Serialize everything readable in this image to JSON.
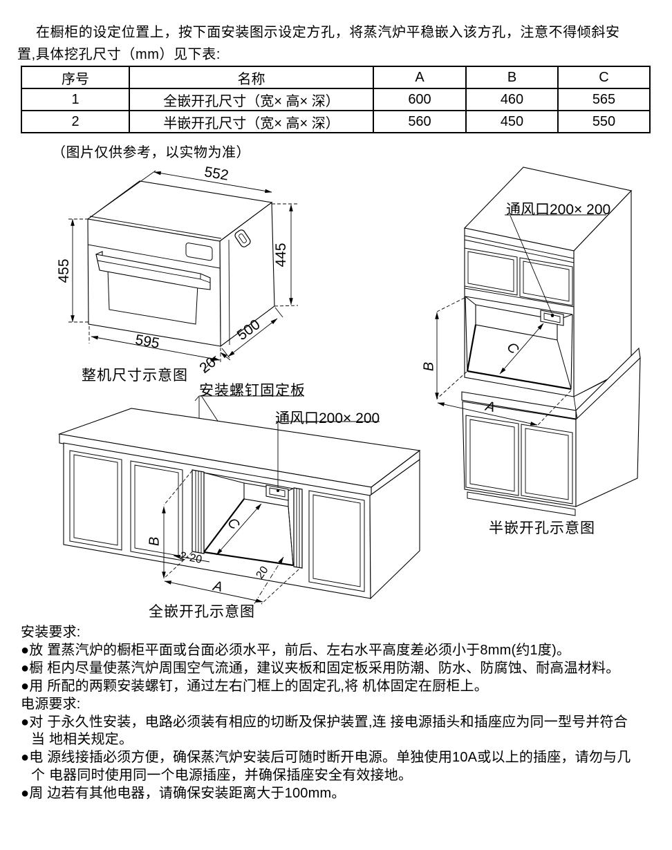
{
  "intro": {
    "line1": "在橱柜的设定位置上，按下面安装图示设定方孔，将蒸汽炉平稳嵌入该方孔，注意不得倾斜安",
    "line2": "置,具体挖孔尺寸（mm）见下表:"
  },
  "table": {
    "headers": [
      "序号",
      "名称",
      "A",
      "B",
      "C"
    ],
    "rows": [
      {
        "no": "1",
        "name": "全嵌开孔尺寸（宽× 高× 深）",
        "a": "600",
        "b": "460",
        "c": "565"
      },
      {
        "no": "2",
        "name": "半嵌开孔尺寸（宽× 高× 深）",
        "a": "560",
        "b": "450",
        "c": "550"
      }
    ]
  },
  "note": "（图片仅供参考，以实物为准）",
  "oven_diagram": {
    "caption": "整机尺寸示意图",
    "screw_plate_label": "安装螺钉固定板",
    "dims": {
      "top_width": "552",
      "left_height": "455",
      "right_height": "445",
      "bottom_width": "595",
      "depth": "500",
      "lip": "20"
    }
  },
  "full_recess_diagram": {
    "vent_label": "通风口200× 200",
    "caption": "全嵌开孔示意图",
    "dims": {
      "b": "B",
      "c": "C",
      "a": "A",
      "plates": "2-20",
      "lip": "20"
    }
  },
  "half_recess_diagram": {
    "vent_label": "通风口200× 200",
    "caption": "半嵌开孔示意图",
    "dims": {
      "b": "B",
      "c": "C",
      "a": "A"
    }
  },
  "requirements": {
    "lines": [
      {
        "text": "安装要求:",
        "indent": false,
        "heading": true
      },
      {
        "text": "●放 置蒸汽炉的橱柜平面或台面必须水平，前后、左右水平高度差必须小于8mm(约1度)。",
        "indent": false
      },
      {
        "text": "●橱 柜内尽量使蒸汽炉周围空气流通，建议夹板和固定板采用防潮、防水、防腐蚀、耐高温材料。",
        "indent": false
      },
      {
        "text": "●用 所配的两颗安装螺钉，通过左右门框上的固定孔,将 机体固定在厨柜上。",
        "indent": false
      },
      {
        "text": "电源要求:",
        "indent": false,
        "heading": true
      },
      {
        "text": "●对 于永久性安装，电路必须装有相应的切断及保护装置,连 接电源插头和插座应为同一型号并符合",
        "indent": false
      },
      {
        "text": "当 地相关规定。",
        "indent": true
      },
      {
        "text": "●电 源线接插必须方便，确保蒸汽炉安装后可随时断开电源。单独使用10A或以上的插座，请勿与几",
        "indent": false
      },
      {
        "text": "个 电器同时使用同一个电源插座，并确保插座安全有效接地。",
        "indent": true
      },
      {
        "text": "●周 边若有其他电器，请确保安装距离大于100mm。",
        "indent": false
      }
    ]
  }
}
